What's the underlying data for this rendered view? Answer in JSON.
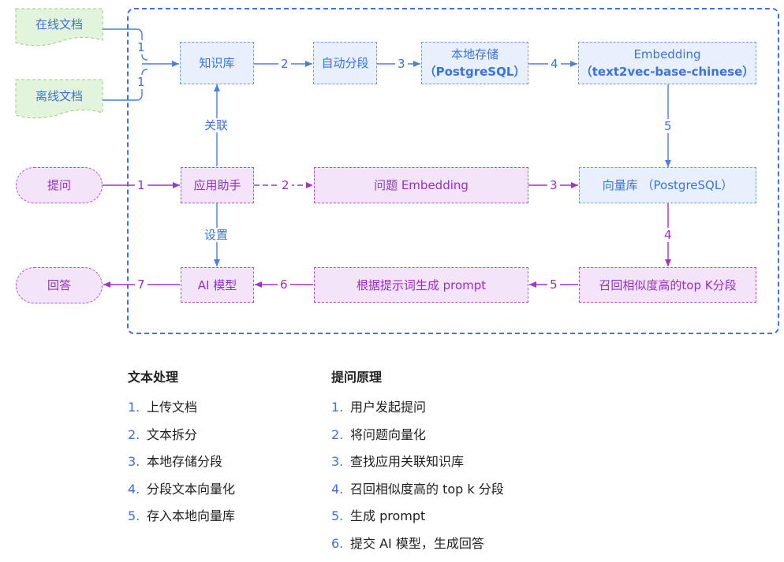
{
  "nodes": {
    "online_docs": "在线文档",
    "offline_docs": "离线文档",
    "knowledge_base": "知识库",
    "auto_segment": "自动分段",
    "local_storage": "本地存储",
    "local_storage_db": "（PostgreSQL）",
    "embedding": "Embedding",
    "embedding_model": "（text2vec-base-chinese）",
    "question": "提问",
    "app_assistant": "应用助手",
    "question_embedding": "问题 Embedding",
    "vector_db": "向量库 （PostgreSQL）",
    "answer": "回答",
    "ai_model": "AI 模型",
    "prompt_gen": "根据提示词生成 prompt",
    "recall": "召回相似度高的top K分段"
  },
  "edge_labels": {
    "online_to_kb": "1",
    "offline_to_kb": "1",
    "kb_to_segment": "2",
    "segment_to_storage": "3",
    "storage_to_embedding": "4",
    "embedding_to_vector": "5",
    "relation": "关联",
    "question_to_assistant": "1",
    "assistant_to_qembed": "2",
    "qembed_to_vector": "3",
    "vector_to_recall": "4",
    "recall_to_prompt": "5",
    "prompt_to_model": "6",
    "model_to_answer": "7",
    "settings": "设置"
  },
  "sections": {
    "text_processing": {
      "title": "文本处理",
      "items": [
        {
          "num": "1.",
          "text": "上传文档"
        },
        {
          "num": "2.",
          "text": "文本拆分"
        },
        {
          "num": "3.",
          "text": "本地存储分段"
        },
        {
          "num": "4.",
          "text": "分段文本向量化"
        },
        {
          "num": "5.",
          "text": "存入本地向量库"
        }
      ]
    },
    "qa_principle": {
      "title": "提问原理",
      "items": [
        {
          "num": "1.",
          "text": "用户发起提问"
        },
        {
          "num": "2.",
          "text": "将问题向量化"
        },
        {
          "num": "3.",
          "text": "查找应用关联知识库"
        },
        {
          "num": "4.",
          "text": "召回相似度高的 top k 分段"
        },
        {
          "num": "5.",
          "text": "生成 prompt"
        },
        {
          "num": "6.",
          "text": "提交 AI 模型，生成回答"
        }
      ]
    }
  },
  "colors": {
    "blue_line": "#4a7fe0",
    "blue_fill": "#e8f0fd",
    "purple_line": "#a531d0",
    "purple_fill": "#f3e4fa",
    "green_fill": "#e3f4dc",
    "green_border": "#8fcf7f"
  }
}
